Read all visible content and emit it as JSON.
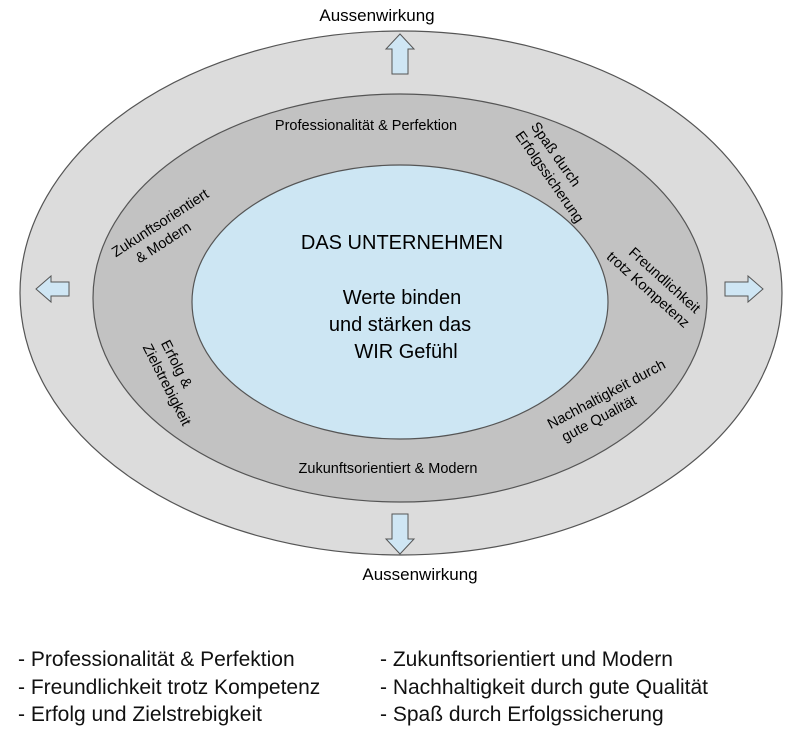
{
  "diagram": {
    "outer_label_top": "Aussenwirkung",
    "outer_label_bottom": "Aussenwirkung",
    "center": {
      "title": "DAS UNTERNEHMEN",
      "line1": "Werte binden",
      "line2": "und stärken das",
      "line3": "WIR Gefühl"
    },
    "ring": {
      "top": "Professionalität & Perfektion",
      "bottom": "Zukunftsorientiert & Modern",
      "left_upper_1": "Zukunftsorientiert",
      "left_upper_2": "& Modern",
      "left_lower_1": "Erfolg &",
      "left_lower_2": "Zielstrebigkeit",
      "right_top_1": "Spaß durch",
      "right_top_2": "Erfolgssicherung",
      "right_mid_1": "Freundlichkeit",
      "right_mid_2": "trotz Kompetenz",
      "right_low_1": "Nachhaltigkeit durch",
      "right_low_2": "gute Qualität"
    },
    "colors": {
      "outer_fill": "#dcdcdc",
      "ring_fill": "#c2c2c2",
      "core_fill": "#cde6f3",
      "arrow_fill": "#cfe6f4",
      "stroke": "#555555"
    }
  },
  "legend": {
    "left": [
      "- Professionalität & Perfektion",
      "- Freundlichkeit trotz Kompetenz",
      "- Erfolg und Zielstrebigkeit"
    ],
    "right": [
      "- Zukunftsorientiert und Modern",
      "- Nachhaltigkeit durch gute Qualität",
      "- Spaß durch Erfolgssicherung"
    ]
  }
}
